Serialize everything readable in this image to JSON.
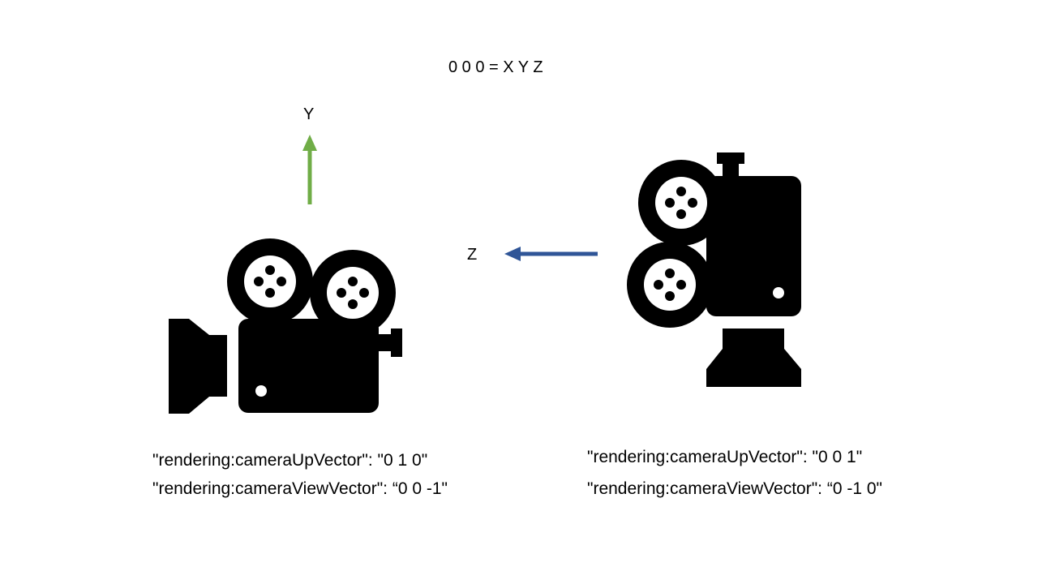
{
  "origin_label": "0 0 0 = X Y Z",
  "axes": {
    "y": {
      "label": "Y",
      "color": "#70AD47"
    },
    "z": {
      "label": "Z",
      "color": "#2F5597"
    }
  },
  "camera_left": {
    "icon": "movie-camera-icon",
    "up_vector_text": "\"rendering:cameraUpVector\": \"0 1 0\"",
    "view_vector_text": "\"rendering:cameraViewVector\": “0 0 -1\""
  },
  "camera_right": {
    "icon": "movie-camera-icon-rotated",
    "up_vector_text": "\"rendering:cameraUpVector\": \"0 0 1\"",
    "view_vector_text": "\"rendering:cameraViewVector\": “0 -1 0\""
  }
}
